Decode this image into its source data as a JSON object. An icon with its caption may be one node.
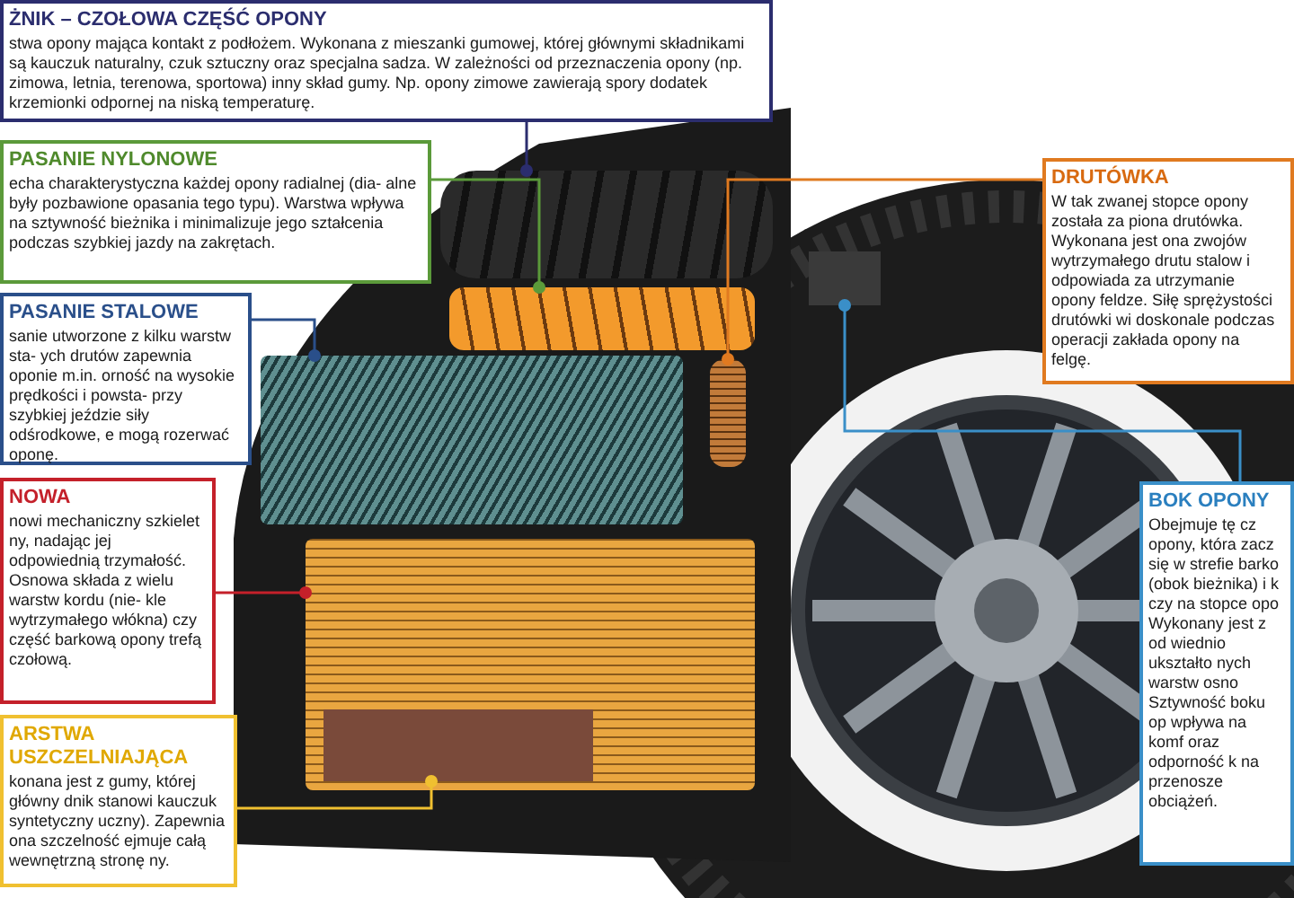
{
  "diagram": {
    "nodes": [
      {
        "text": [
          "ŻNIK – CZOŁOWA CZĘŚĆ OPONY",
          "stwa opony mająca kontakt z podłożem. Wykonana z mieszanki gumowej, której głównymi składnikami są kauczuk naturalny, czuk sztuczny oraz specjalna sadza. W zależności od przeznaczenia opony (np. zimowa, letnia, terenowa, sportowa) inny skład gumy. Np. opony zimowe zawierają spory dodatek krzemionki odpornej na niską temperaturę."
        ]
      },
      {
        "text": [
          "PASANIE NYLONOWE",
          "echa charakterystyczna każdej opony radialnej (dia- alne były pozbawione opasania tego typu). Warstwa wpływa na sztywność bieżnika i minimalizuje jego ształcenia podczas szybkiej jazdy na zakrętach."
        ]
      },
      {
        "text": [
          "PASANIE STALOWE",
          "sanie utworzone z kilku warstw sta- ych drutów zapewnia oponie m.in. orność na wysokie prędkości i powsta- przy szybkiej jeździe siły odśrodkowe, e mogą rozerwać oponę."
        ]
      },
      {
        "text": [
          "NOWA",
          "nowi mechaniczny szkielet ny, nadając jej odpowiednią trzymałość. Osnowa składa z wielu warstw kordu (nie- kle wytrzymałego włókna) czy część barkową opony trefą czołową."
        ]
      },
      {
        "text": [
          "ARSTWA USZCZELNIAJĄCA",
          "konana jest z gumy, której główny dnik stanowi kauczuk syntetyczny uczny). Zapewnia ona szczelność ejmuje całą wewnętrzną stronę ny."
        ]
      },
      {
        "text": [
          "DRUTÓWKA",
          "W tak zwanej stopce opony została za piona drutówka. Wykonana jest ona zwojów wytrzymałego drutu stalow i odpowiada za utrzymanie opony feldze. Siłę sprężystości drutówki wi doskonale podczas operacji zakłada opony na felgę."
        ]
      },
      {
        "text": [
          "BOK OPONY",
          "Obejmuje tę cz opony, która zacz się w strefie barko (obok bieżnika) i k czy na stopce opo Wykonany jest z od wiednio ukształto nych warstw osno Sztywność boku op wpływa na komf oraz odporność k na przenosze obciążeń."
        ]
      },
      {
        "text": [],
        "shape": "picture"
      },
      {
        "text": [],
        "shape": "picture"
      },
      {
        "text": [],
        "shape": "picture"
      },
      {
        "text": [],
        "shape": "picture"
      },
      {
        "text": [],
        "shape": "box",
        "in": 10
      },
      {
        "text": [],
        "shape": "picture"
      },
      {
        "text": [],
        "shape": "box"
      }
    ],
    "edges": [
      {
        "from": 0,
        "to": 7,
        "arrow": "other",
        "color": "#2b2d6e"
      },
      {
        "from": 1,
        "to": 8,
        "arrow": "other",
        "color": "#5b9a3a"
      },
      {
        "from": 2,
        "to": 9,
        "arrow": "other",
        "color": "#2a4f8a"
      },
      {
        "from": 3,
        "to": 10,
        "arrow": "other",
        "color": "#c4202a"
      },
      {
        "from": 4,
        "to": 11,
        "arrow": "other",
        "color": "#f0c030"
      },
      {
        "from": 5,
        "to": 12,
        "arrow": "other",
        "color": "#e07a20"
      },
      {
        "from": 6,
        "to": 13,
        "arrow": "other",
        "color": "#3a8fc8"
      }
    ]
  }
}
